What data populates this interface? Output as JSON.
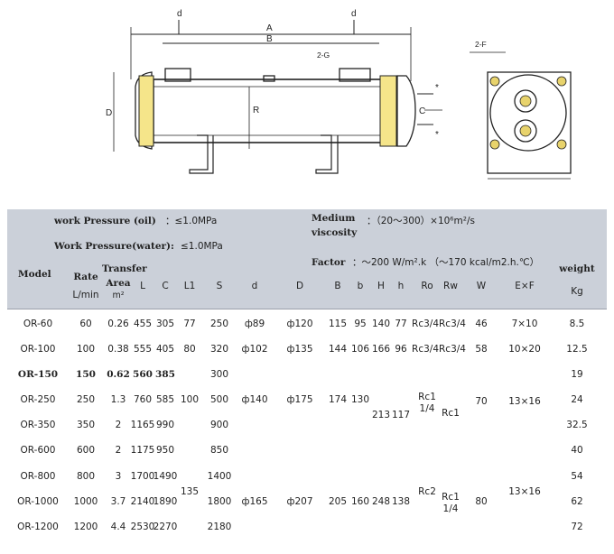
{
  "drawing": {
    "labels": {
      "d": "d",
      "d2": "d",
      "A": "A",
      "B": "B",
      "gauge": "2-G",
      "gauge2": "2-F",
      "D": "D",
      "R": "R",
      "C": "C",
      "star1": "*",
      "star2": "*"
    }
  },
  "spec": {
    "pressure_oil_label": "work Pressure (oil)",
    "pressure_oil_value": "：≤1.0MPa",
    "pressure_water_label": "Work Pressure(water):",
    "pressure_water_value": "≤1.0MPa",
    "viscosity_label_1": "Medium",
    "viscosity_label_2": "viscosity",
    "viscosity_value": "：（20～300）×10⁶m²/s",
    "factor_label": "Factor",
    "factor_value": "：～200 W/m².k （～170 kcal/m2.h.℃）",
    "columns": {
      "model": "Model",
      "rate": "Rate",
      "rate_unit": "L/min",
      "transfer": "Transfer",
      "area": "Area",
      "area_unit": "m²",
      "L": "L",
      "C": "C",
      "L1": "L1",
      "S": "S",
      "d": "d",
      "D": "D",
      "B": "B",
      "b": "b",
      "H": "H",
      "h": "h",
      "Ro": "Ro",
      "Rw": "Rw",
      "W": "W",
      "ExF": "E×F",
      "weight": "weight",
      "weight_unit": "Kg"
    },
    "rows": [
      {
        "model": "OR-60",
        "rate": "60",
        "area": "0.26",
        "L": "455",
        "C": "305",
        "L1": "77",
        "S": "250",
        "d": "ф89",
        "D": "ф120",
        "B": "115",
        "b": "95",
        "H": "140",
        "h": "77",
        "RoRw": "Rc3/4Rc3/4",
        "W": "46",
        "ExF": "7×10",
        "weight": "8.5"
      },
      {
        "model": "OR-100",
        "rate": "100",
        "area": "0.38",
        "L": "555",
        "C": "405",
        "L1": "80",
        "S": "320",
        "d": "ф102",
        "D": "ф135",
        "B": "144",
        "b": "106",
        "H": "166",
        "h": "96",
        "RoRw": "Rc3/4Rc3/4",
        "W": "58",
        "ExF": "10×20",
        "weight": "12.5"
      },
      {
        "model": "OR-150",
        "rate": "150",
        "area": "0.62",
        "L": "560",
        "C": "385",
        "S": "300",
        "weight": "19"
      },
      {
        "model": "OR-250",
        "rate": "250",
        "area": "1.3",
        "L": "760",
        "C": "585",
        "L1": "100",
        "S": "500",
        "d": "ф140",
        "D": "ф175",
        "B": "174",
        "b": "130",
        "weight": "24"
      },
      {
        "model": "OR-350",
        "rate": "350",
        "area": "2",
        "L": "1165",
        "C": "990",
        "S": "900",
        "weight": "32.5"
      },
      {
        "model": "OR-600",
        "rate": "600",
        "area": "2",
        "L": "1175",
        "C": "950",
        "S": "850",
        "weight": "40"
      },
      {
        "model": "OR-800",
        "rate": "800",
        "area": "3",
        "L": "1700",
        "C": "1490",
        "S": "1400",
        "weight": "54"
      },
      {
        "model": "OR-1000",
        "rate": "1000",
        "area": "3.7",
        "L": "2140",
        "C": "1890",
        "S": "1800",
        "d": "ф165",
        "D": "ф207",
        "B": "205",
        "b": "160",
        "H": "248",
        "h": "138",
        "W": "80",
        "weight": "62"
      },
      {
        "model": "OR-1200",
        "rate": "1200",
        "area": "4.4",
        "L": "2530",
        "C": "2270",
        "S": "2180",
        "weight": "72"
      }
    ],
    "merged": {
      "h_250": "213",
      "h_250b": "117",
      "ro_250a": "Rc1",
      "ro_250b": "1/4",
      "rw_250": "Rc1",
      "w_250": "70",
      "exf_250": "13×16",
      "l1_1000": "135",
      "ro_1000": "Rc2",
      "rw_1000a": "Rc1",
      "rw_1000b": "1/4",
      "exf_1000": "13×16"
    }
  }
}
